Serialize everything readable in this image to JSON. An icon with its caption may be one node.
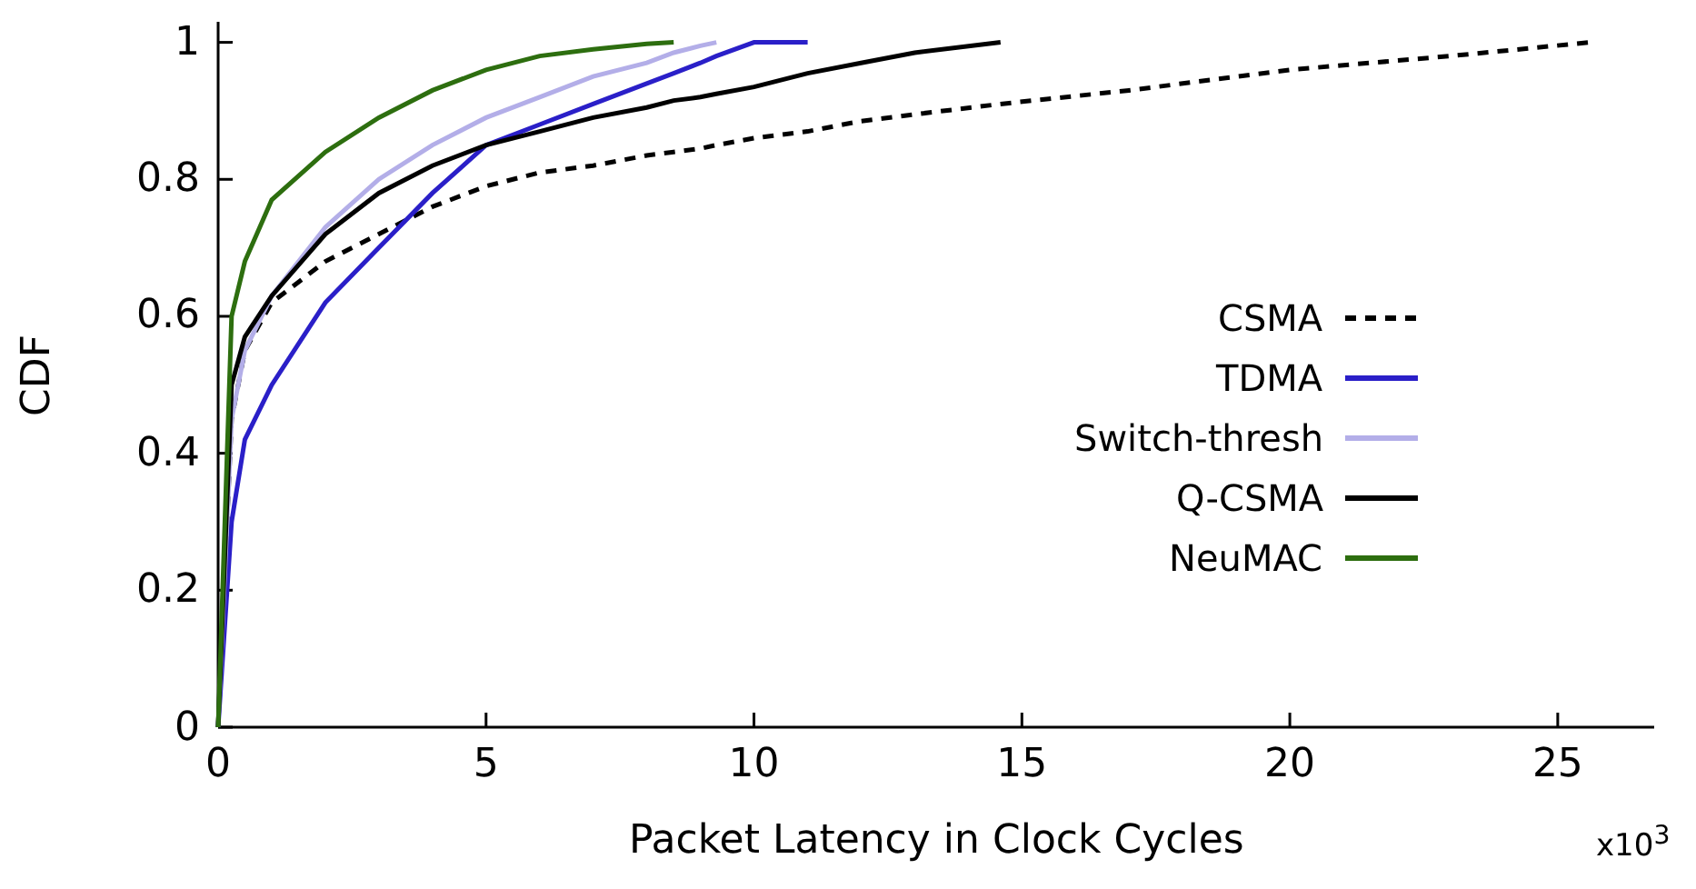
{
  "diagram": {
    "labels": [
      "x10$^{3}$"
    ],
    "chart_data": {
      "type": "line",
      "xlabel": "Packet Latency in Clock Cycles",
      "ylabel": "CDF",
      "x": [
        0,
        0.25,
        0.5,
        1,
        2,
        3,
        4,
        5,
        6,
        7,
        8,
        8.5,
        9,
        9.3,
        10,
        11,
        12,
        13,
        14.6,
        17,
        20,
        23,
        25.6
      ],
      "series": [
        {
          "name": "CSMA",
          "color": "#000000",
          "line_style": "dashed",
          "values": [
            0,
            0.45,
            0.55,
            0.62,
            0.68,
            0.72,
            0.76,
            0.79,
            0.81,
            0.82,
            0.835,
            0.84,
            0.845,
            0.85,
            0.86,
            0.87,
            0.885,
            0.895,
            0.91,
            0.93,
            0.96,
            0.98,
            1.0
          ]
        },
        {
          "name": "TDMA",
          "color": "#2a1fc8",
          "values": [
            0,
            0.3,
            0.42,
            0.5,
            0.62,
            0.7,
            0.78,
            0.85,
            0.88,
            0.91,
            0.94,
            0.955,
            0.97,
            0.98,
            1.0,
            1.0,
            null,
            null,
            null,
            null,
            null,
            null,
            null
          ]
        },
        {
          "name": "Switch-thresh",
          "color": "#b3aee8",
          "values": [
            0,
            0.45,
            0.55,
            0.63,
            0.73,
            0.8,
            0.85,
            0.89,
            0.92,
            0.95,
            0.97,
            0.985,
            0.995,
            1.0,
            null,
            null,
            null,
            null,
            null,
            null,
            null,
            null,
            null
          ]
        },
        {
          "name": "Q-CSMA",
          "color": "#000000",
          "values": [
            0,
            0.5,
            0.57,
            0.63,
            0.72,
            0.78,
            0.82,
            0.85,
            0.87,
            0.89,
            0.905,
            0.915,
            0.92,
            0.925,
            0.935,
            0.955,
            0.97,
            0.985,
            1.0,
            null,
            null,
            null,
            null
          ]
        },
        {
          "name": "NeuMAC",
          "color": "#2d6e0f",
          "values": [
            0,
            0.6,
            0.68,
            0.77,
            0.84,
            0.89,
            0.93,
            0.96,
            0.98,
            0.99,
            0.998,
            1.0,
            null,
            null,
            null,
            null,
            null,
            null,
            null,
            null,
            null,
            null,
            null
          ]
        }
      ],
      "legend": true,
      "xlim": [
        0,
        26.8
      ],
      "ylim": [
        0,
        1.03
      ],
      "xticks": [
        0,
        5,
        10,
        15,
        20,
        25
      ],
      "yticks": [
        0,
        0.2,
        0.4,
        0.6,
        0.8,
        1
      ]
    }
  }
}
